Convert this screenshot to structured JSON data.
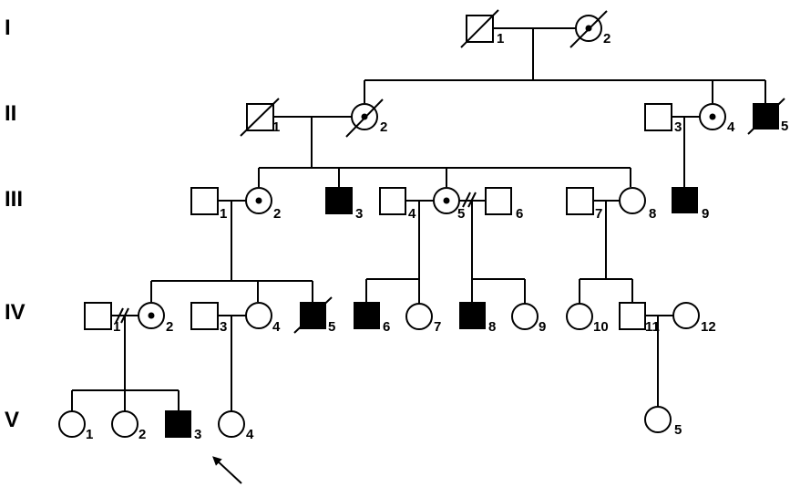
{
  "generations": [
    "I",
    "II",
    "III",
    "IV",
    "V"
  ],
  "individuals": {
    "I-1": "1",
    "I-2": "2",
    "II-1": "1",
    "II-2": "2",
    "II-3": "3",
    "II-4": "4",
    "II-5": "5",
    "III-1": "1",
    "III-2": "2",
    "III-3": "3",
    "III-4": "4",
    "III-5": "5",
    "III-6": "6",
    "III-7": "7",
    "III-8": "8",
    "III-9": "9",
    "IV-1": "1",
    "IV-2": "2",
    "IV-3": "3",
    "IV-4": "4",
    "IV-5": "5",
    "IV-6": "6",
    "IV-7": "7",
    "IV-8": "8",
    "IV-9": "9",
    "IV-10": "10",
    "IV-11": "11",
    "IV-12": "12",
    "V-1": "1",
    "V-2": "2",
    "V-3": "3",
    "V-4": "4",
    "V-5": "5"
  },
  "legend_semantics": {
    "square": "male",
    "circle": "female",
    "filled": "affected",
    "dot": "carrier",
    "slash": "deceased",
    "double-slash": "divorced",
    "arrow": "proband"
  },
  "proband": "V-3"
}
